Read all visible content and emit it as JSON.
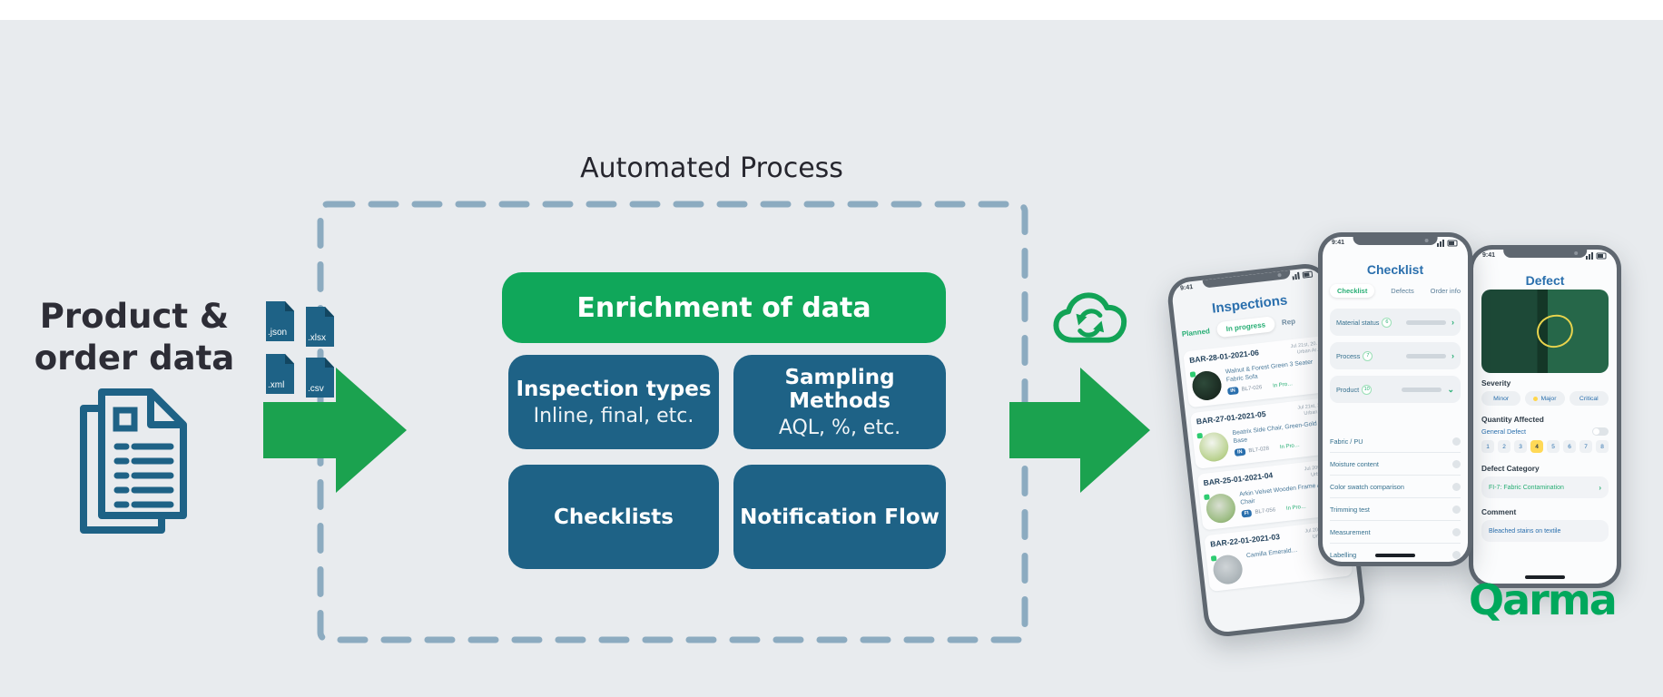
{
  "background": "#e8ebee",
  "colors": {
    "green": "#10a75a",
    "arrow_green": "#1ba24f",
    "dark_blue": "#1e6286",
    "dash_border": "#8cabc0",
    "brand_green": "#00a85c",
    "title_blue": "#2a6fad"
  },
  "left": {
    "label_line1": "Product &",
    "label_line2": "order data",
    "files": [
      ".json",
      ".xlsx",
      ".xml",
      ".csv"
    ]
  },
  "process": {
    "title": "Automated Process",
    "enrichment_label": "Enrichment of data",
    "boxes": [
      {
        "title": "Inspection types",
        "subtitle": "Inline, final, etc."
      },
      {
        "title": "Sampling Methods",
        "subtitle": "AQL, %, etc."
      },
      {
        "title": "Checklists",
        "subtitle": ""
      },
      {
        "title": "Notification Flow",
        "subtitle": ""
      }
    ]
  },
  "phones": {
    "inspections": {
      "time": "9:41",
      "title": "Inspections",
      "tabs": [
        "Planned",
        "In progress",
        "Rep"
      ],
      "active_tab": "In progress",
      "items": [
        {
          "id": "BAR-28-01-2021-06",
          "date": "Jul 21st, 20…",
          "agent": "Urban Ar…",
          "name": "Walnut & Forest Green 3 Seater Fabric Sofa",
          "badge": "IN",
          "code": "BL7-026",
          "status": "In Pro…"
        },
        {
          "id": "BAR-27-01-2021-05",
          "date": "Jul 21st, 20…",
          "agent": "Urban Ar…",
          "name": "Beatrix Side Chair, Green-Gold Base",
          "badge": "IN",
          "code": "BL7-028",
          "status": "In Pro…"
        },
        {
          "id": "BAR-25-01-2021-04",
          "date": "Jul 20th, 20…",
          "agent": "Urban Ar…",
          "name": "Arkin Velvet Wooden Frame Accent Chair",
          "badge": "FI",
          "code": "BL7-056",
          "status": "In Pro…"
        },
        {
          "id": "BAR-22-01-2021-03",
          "date": "Jul 20 Rd, 202…",
          "agent": "Urban Artisan",
          "name": "Camilla Emerald…",
          "badge": "",
          "code": "",
          "status": ""
        }
      ]
    },
    "checklist": {
      "time": "9:41",
      "title": "Checklist",
      "tabs": [
        "Checklist",
        "Defects",
        "Order info"
      ],
      "active_tab": "Checklist",
      "progress_rows": [
        {
          "label": "Material status",
          "badge": "6",
          "chevron": "›"
        },
        {
          "label": "Process",
          "badge": "7",
          "chevron": "›"
        },
        {
          "label": "Product",
          "badge": "10",
          "chevron": "⌄"
        }
      ],
      "check_rows": [
        "Fabric / PU",
        "Moisture content",
        "Color swatch comparison",
        "Trimming test",
        "Measurement",
        "Labelling"
      ]
    },
    "defect": {
      "time": "9:41",
      "title": "Defect",
      "severity_label": "Severity",
      "severity_options": [
        "Minor",
        "Major",
        "Critical"
      ],
      "severity_selected": "Major",
      "quantity_label": "Quantity Affected",
      "general_defect_label": "General Defect",
      "quantity_numbers": [
        "1",
        "2",
        "3",
        "4",
        "5",
        "6",
        "7",
        "8"
      ],
      "quantity_selected": "4",
      "category_label": "Defect Category",
      "category_value": "FI-7: Fabric Contamination",
      "category_chevron": "›",
      "comment_label": "Comment",
      "comment_value": "Bleached stains on textile"
    }
  },
  "brand": "Qarma"
}
